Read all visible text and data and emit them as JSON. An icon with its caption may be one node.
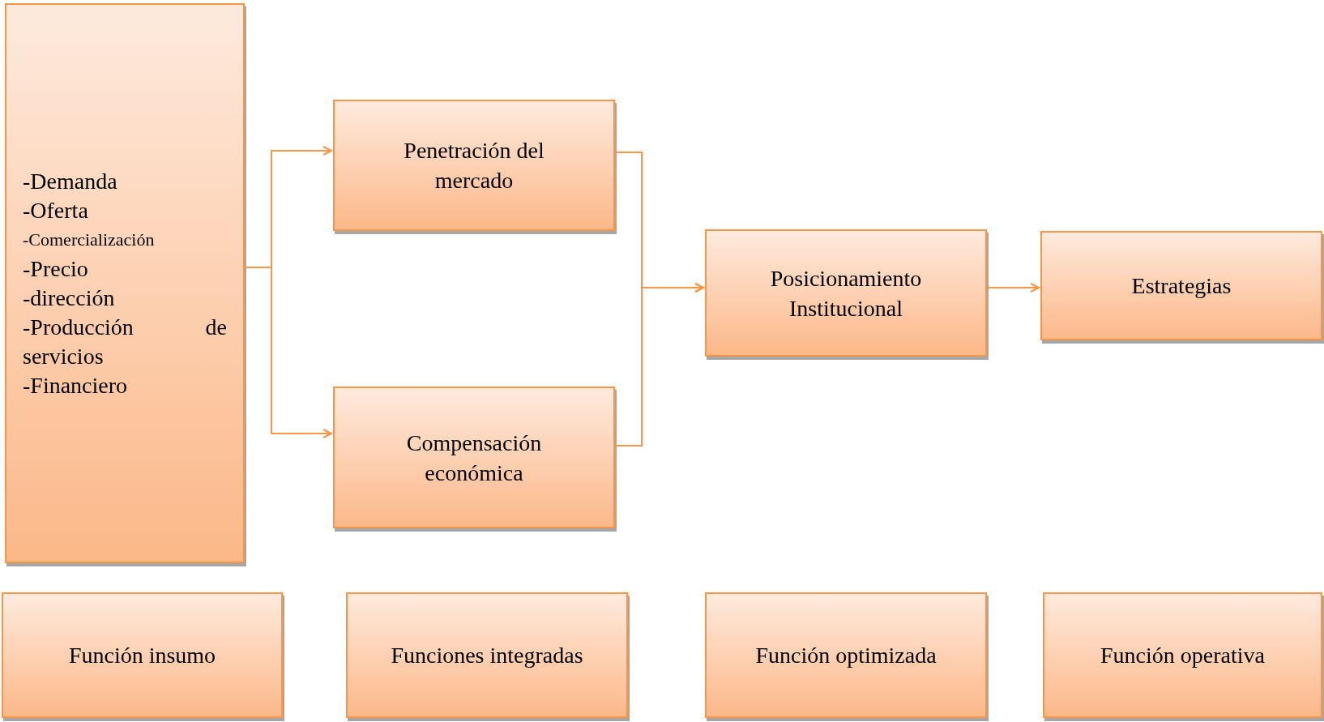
{
  "diagram": {
    "nodes": [
      {
        "text": [
          "-Demanda",
          "-Oferta",
          "-Comercialización",
          "-Precio",
          "-dirección",
          "-Producción de servicios",
          "-Financiero"
        ]
      },
      {
        "text": [
          "Penetración del mercado"
        ]
      },
      {
        "text": [
          "Compensación económica"
        ]
      },
      {
        "text": [
          "Posicionamiento Institucional"
        ]
      },
      {
        "text": [
          "Estrategias"
        ]
      },
      {
        "text": [
          "Función insumo"
        ]
      },
      {
        "text": [
          "Funciones integradas"
        ]
      },
      {
        "text": [
          "Función optimizada"
        ]
      },
      {
        "text": [
          "Función operativa"
        ]
      }
    ],
    "edges": [
      {
        "from": 0,
        "to": 1,
        "arrow": "to"
      },
      {
        "from": 0,
        "to": 2,
        "arrow": "to"
      },
      {
        "from": 1,
        "to": 3,
        "arrow": "to"
      },
      {
        "from": 2,
        "to": 3,
        "arrow": "to"
      },
      {
        "from": 3,
        "to": 4,
        "arrow": "to"
      }
    ]
  }
}
